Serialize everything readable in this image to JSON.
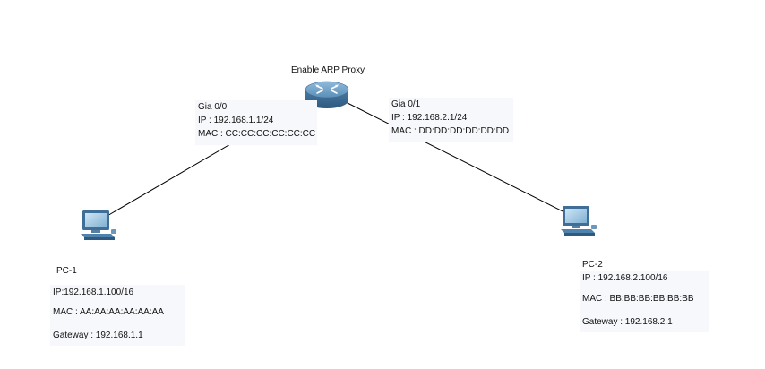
{
  "router": {
    "icon": "router-icon",
    "note": "Enable ARP Proxy",
    "if0": {
      "name": "Gia 0/0",
      "ip": "IP : 192.168.1.1/24",
      "mac": "MAC : CC:CC:CC:CC:CC:CC"
    },
    "if1": {
      "name": "Gia 0/1",
      "ip": "IP : 192.168.2.1/24",
      "mac": "MAC : DD:DD:DD:DD:DD:DD"
    }
  },
  "pc1": {
    "icon": "pc-icon",
    "name": "PC-1",
    "ip": "IP:192.168.1.100/16",
    "mac": "MAC : AA:AA:AA:AA:AA:AA",
    "gateway": "Gateway : 192.168.1.1"
  },
  "pc2": {
    "icon": "pc-icon",
    "name": "PC-2",
    "ip": "IP : 192.168.2.100/16",
    "mac": "MAC : BB:BB:BB:BB:BB:BB",
    "gateway": "Gateway : 192.168.2.1"
  },
  "colors": {
    "link": "#000000",
    "label_bg": "#f7f8fb",
    "router_body": "#5a8fb8",
    "pc_body": "#4f82ad"
  }
}
